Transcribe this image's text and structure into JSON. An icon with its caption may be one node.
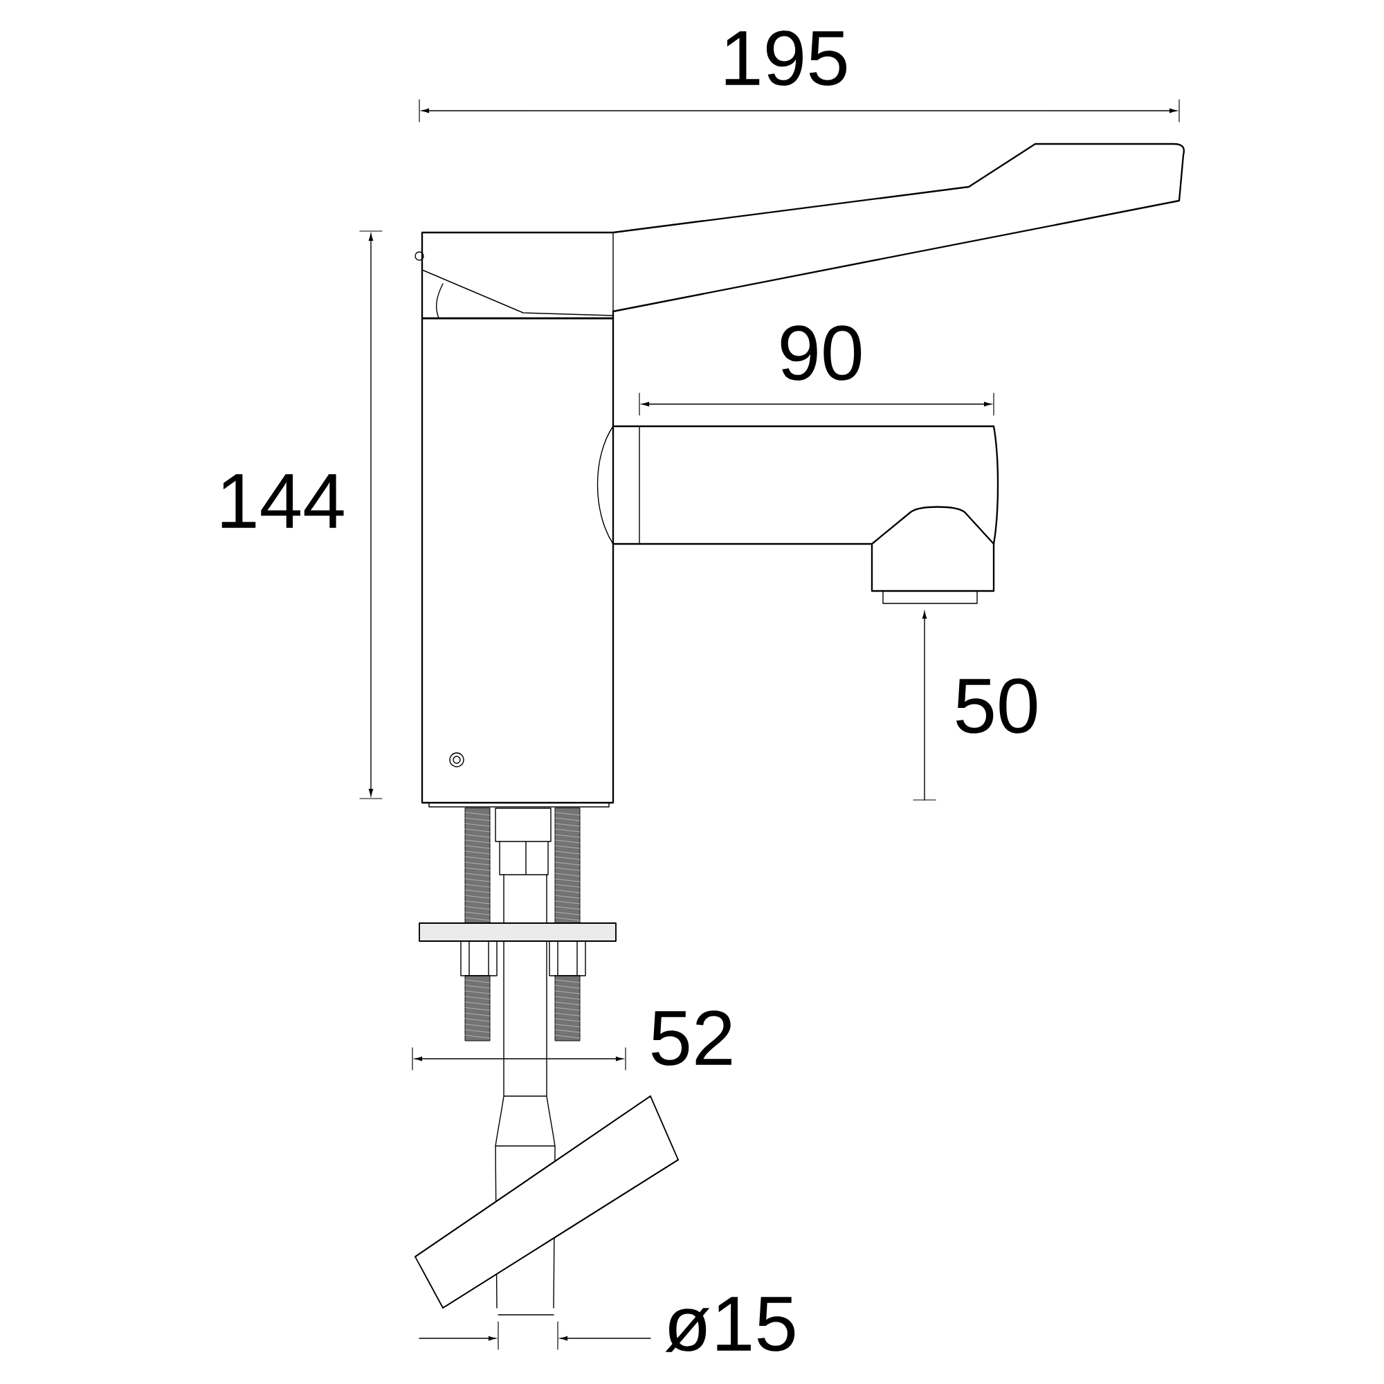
{
  "diagram": {
    "labels": [
      "195",
      "90",
      "144",
      "50",
      "52",
      "ø15"
    ]
  }
}
